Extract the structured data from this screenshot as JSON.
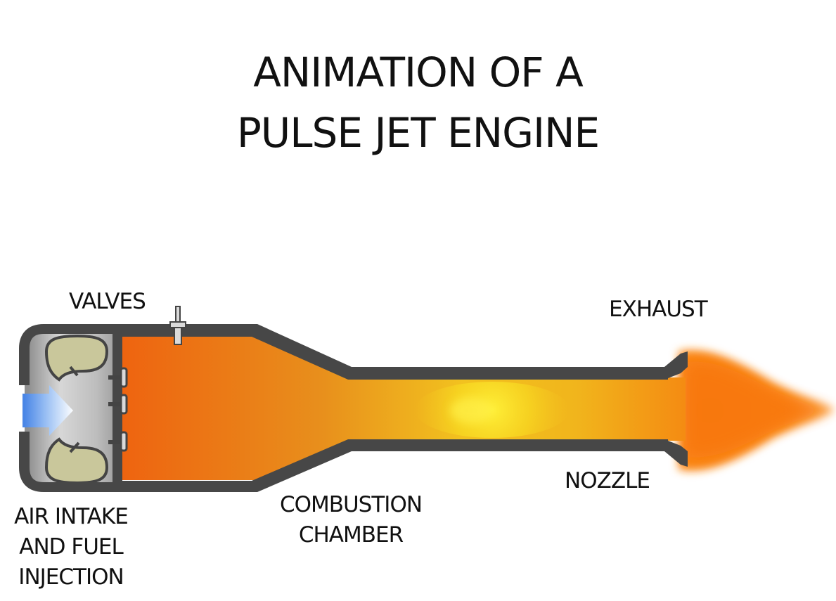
{
  "title": {
    "line1": "ANIMATION OF A",
    "line2": "PULSE JET ENGINE"
  },
  "labels": {
    "valves": "VALVES",
    "exhaust": "EXHAUST",
    "nozzle": "NOZZLE",
    "combustion_line1": "COMBUSTION",
    "combustion_line2": "CHAMBER",
    "intake_line1": "AIR INTAKE",
    "intake_line2": "AND FUEL",
    "intake_line3": "INJECTION"
  },
  "colors": {
    "casing": "#474747",
    "combustion_orange": "#ef6b0e",
    "hot_yellow": "#f8e21a",
    "exhaust_flame": "#fb7d12",
    "intake_grey": "#c9c9c9",
    "air_blue": "#4d8de8",
    "fuel_injector": "#c9c79c"
  }
}
